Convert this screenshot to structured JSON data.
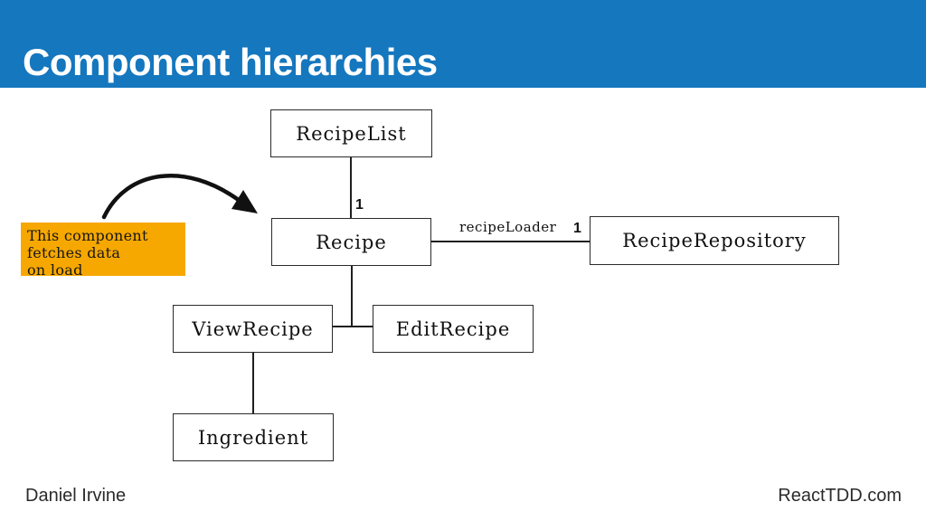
{
  "header": {
    "title": "Component hierarchies",
    "bg_color": "#1577BE"
  },
  "diagram": {
    "nodes": [
      {
        "id": "recipe-list",
        "label": "RecipeList"
      },
      {
        "id": "recipe",
        "label": "Recipe"
      },
      {
        "id": "recipe-repository",
        "label": "RecipeRepository"
      },
      {
        "id": "view-recipe",
        "label": "ViewRecipe"
      },
      {
        "id": "edit-recipe",
        "label": "EditRecipe"
      },
      {
        "id": "ingredient",
        "label": "Ingredient"
      }
    ],
    "edge_labels": {
      "recipelist_recipe_multiplicity": "1",
      "recipe_repository_association": "recipeLoader",
      "recipe_repository_multiplicity": "1"
    },
    "annotation": {
      "lines": [
        "This component",
        "fetches data",
        "on load"
      ],
      "bg_color": "#F6A800",
      "arrow_icon": "curved-arrow-icon"
    }
  },
  "footer": {
    "author": "Daniel Irvine",
    "site": "ReactTDD.com"
  }
}
